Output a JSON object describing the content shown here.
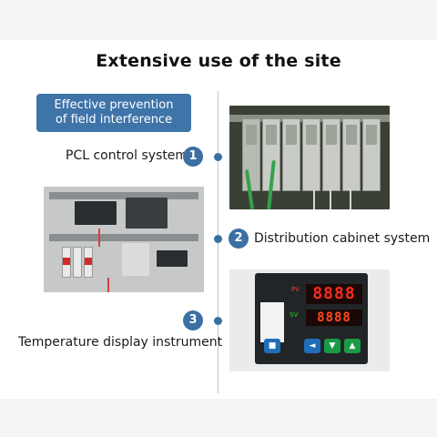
{
  "page": {
    "title": "Extensive use of the site",
    "tag": {
      "line1": "Effective prevention",
      "line2": "of field interference"
    },
    "items": [
      {
        "number": "1",
        "label": "PCL control system"
      },
      {
        "number": "2",
        "label": "Distribution cabinet system"
      },
      {
        "number": "3",
        "label": "Temperature display instrument"
      }
    ]
  },
  "controller": {
    "pv_value": "8888",
    "sv_value": "8888",
    "pv_label": "PV",
    "sv_label": "SV"
  },
  "colors": {
    "accent": "#3e74a8",
    "divider": "#b9c7d6",
    "display_red": "#ff2b1c"
  },
  "icons": [
    "plc-photo",
    "cabinet-photo",
    "temperature-controller-photo"
  ]
}
